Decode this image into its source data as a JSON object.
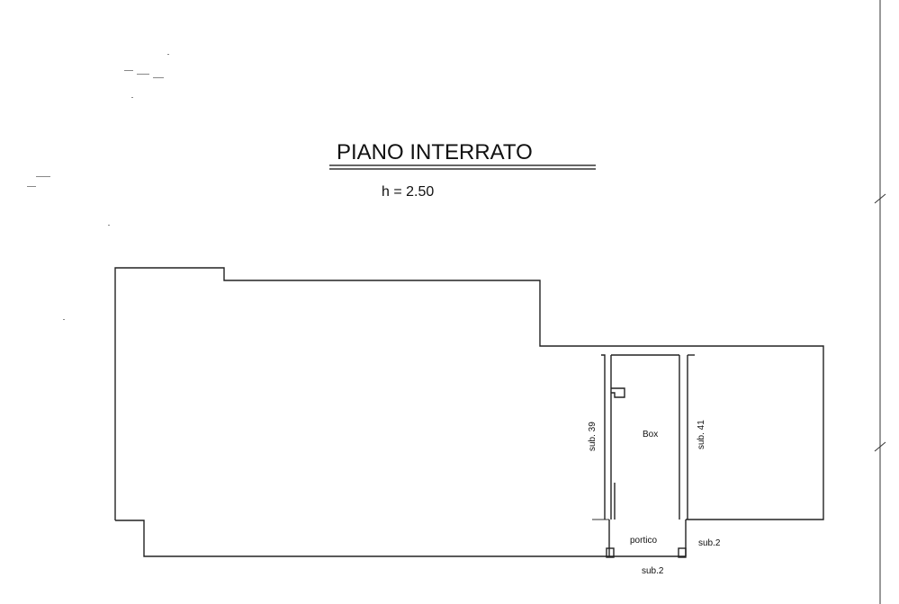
{
  "drawing": {
    "title": "PIANO INTERRATO",
    "height_note": "h = 2.50"
  },
  "labels": {
    "sub_39": "sub. 39",
    "box": "Box",
    "sub_41": "sub. 41",
    "portico": "portico",
    "sub_2_right": "sub.2",
    "sub_2_bottom": "sub.2"
  }
}
